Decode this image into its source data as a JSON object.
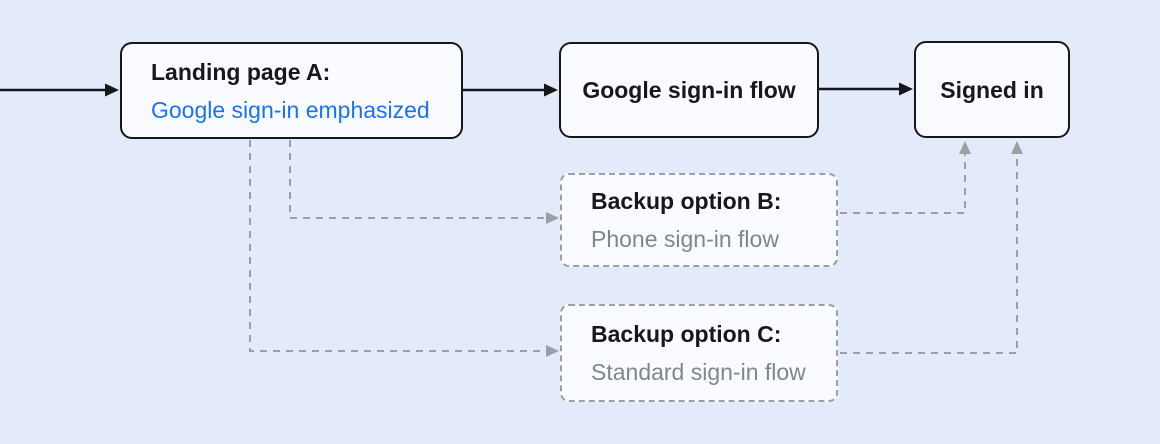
{
  "diagram": {
    "type": "flowchart",
    "nodes": {
      "landing_a": {
        "title": "Landing page A:",
        "subtitle": "Google sign-in emphasized",
        "style": "solid",
        "subtitle_color": "#1a73e8"
      },
      "google_flow": {
        "label": "Google sign-in flow",
        "style": "solid"
      },
      "signed_in": {
        "label": "Signed in",
        "style": "solid"
      },
      "backup_b": {
        "title": "Backup option B:",
        "subtitle": "Phone sign-in flow",
        "style": "dashed",
        "subtitle_color": "#80868b"
      },
      "backup_c": {
        "title": "Backup option C:",
        "subtitle": "Standard sign-in flow",
        "style": "dashed",
        "subtitle_color": "#80868b"
      }
    },
    "edges": [
      {
        "from": "start",
        "to": "landing_a",
        "style": "solid"
      },
      {
        "from": "landing_a",
        "to": "google_flow",
        "style": "solid"
      },
      {
        "from": "google_flow",
        "to": "signed_in",
        "style": "solid"
      },
      {
        "from": "landing_a",
        "to": "backup_b",
        "style": "dashed"
      },
      {
        "from": "landing_a",
        "to": "backup_c",
        "style": "dashed"
      },
      {
        "from": "backup_b",
        "to": "signed_in",
        "style": "dashed"
      },
      {
        "from": "backup_c",
        "to": "signed_in",
        "style": "dashed"
      }
    ],
    "colors": {
      "background": "#e3ebfb",
      "node_fill": "#fafbff",
      "solid_border": "#15171a",
      "dashed_border": "#9aa0a6",
      "accent_blue": "#1a73e8",
      "muted_gray_text": "#80868b",
      "title_text": "#17181a"
    }
  }
}
